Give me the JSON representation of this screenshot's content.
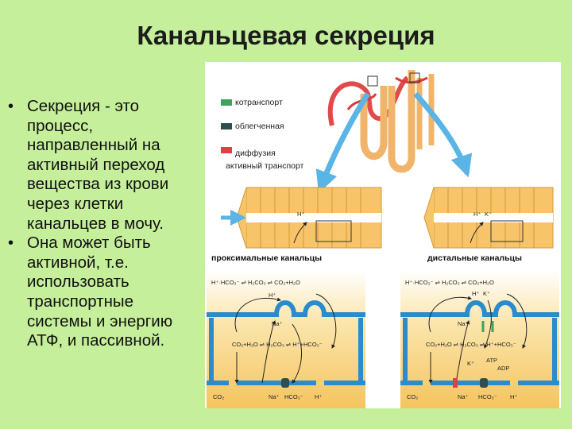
{
  "title": "Канальцевая секреция",
  "bullets": [
    "Секреция - это процесс, направленный на активный переход вещества из крови через клетки канальцев в мочу.",
    "Она может быть активной, т.е. использовать транспортные системы и энергию АТФ, и пассивной."
  ],
  "figure": {
    "legend": [
      {
        "label": "котранспорт",
        "color": "#3fa35a"
      },
      {
        "label": "облегченная",
        "color": "#2f4f4f"
      },
      {
        "label": "диффузия",
        "color": "#e04040"
      },
      {
        "label": "активный транспорт",
        "color": ""
      }
    ],
    "proximal_label": "проксимальные канальцы",
    "distal_label": "дистальные канальцы",
    "chem": {
      "prox_top": "H⁺·HCO₃⁻ ⇌ H₂CO₃ ⇌ CO₂+H₂O",
      "prox_mid": "CO₂+H₂O ⇌ H₂CO₃ ⇌ H⁺+HCO₃⁻",
      "prox_bottom": [
        "CO₂",
        "Na⁺",
        "HCO₃⁻",
        "H⁺"
      ],
      "prox_ions": [
        "H⁺",
        "Na⁺"
      ],
      "dist_top": "H⁺·HCO₃⁻ ⇌ H₂CO₃ ⇌ CO₂+H₂O",
      "dist_mid": "CO₂+H₂O ⇌ H₂CO₃ ⇌ H⁺+HCO₃⁻",
      "dist_bottom": [
        "CO₂",
        "Na⁺",
        "HCO₃⁻",
        "H⁺"
      ],
      "dist_ions": [
        "H⁺",
        "K⁺",
        "Na⁺",
        "K⁺",
        "ATP",
        "ADP"
      ],
      "cell_ions_prox": [
        "H⁺"
      ],
      "cell_ions_dist": [
        "H⁺",
        "K⁺"
      ]
    }
  }
}
